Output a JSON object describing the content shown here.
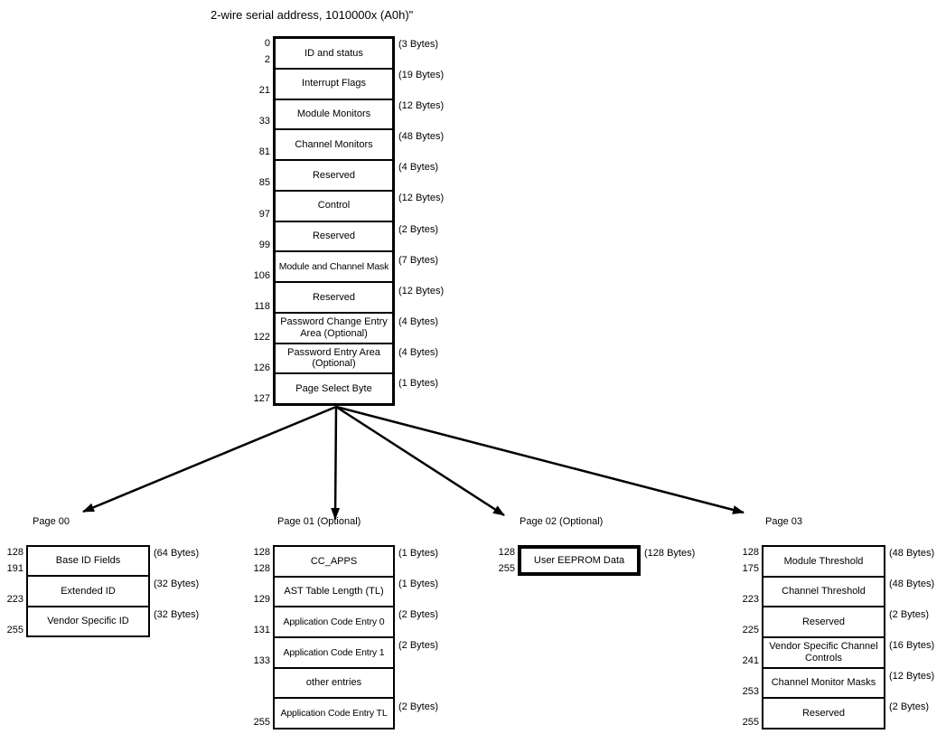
{
  "title": "2-wire serial address, 1010000x (A0h)\"",
  "colors": {
    "line": "#000000",
    "background": "#ffffff",
    "text": "#000000"
  },
  "memory_map": {
    "main_table": {
      "rows": [
        {
          "label": "ID and status",
          "bytes": "(3 Bytes)",
          "start": "0",
          "end": "2"
        },
        {
          "label": "Interrupt Flags",
          "bytes": "(19 Bytes)",
          "end": "21"
        },
        {
          "label": "Module Monitors",
          "bytes": "(12 Bytes)",
          "end": "33"
        },
        {
          "label": "Channel Monitors",
          "bytes": "(48 Bytes)",
          "end": "81"
        },
        {
          "label": "Reserved",
          "bytes": "(4 Bytes)",
          "end": "85"
        },
        {
          "label": "Control",
          "bytes": "(12 Bytes)",
          "end": "97"
        },
        {
          "label": "Reserved",
          "bytes": "(2 Bytes)",
          "end": "99"
        },
        {
          "label": "Module  and Channel Mask",
          "bytes": "(7 Bytes)",
          "end": "106"
        },
        {
          "label": "Reserved",
          "bytes": "(12 Bytes)",
          "end": "118"
        },
        {
          "label": "Password Change Entry Area (Optional)",
          "bytes": "(4 Bytes)",
          "end": "122"
        },
        {
          "label": "Password Entry Area (Optional)",
          "bytes": "(4 Bytes)",
          "end": "126"
        },
        {
          "label": "Page Select Byte",
          "bytes": "(1 Bytes)",
          "end": "127"
        }
      ]
    },
    "pages": [
      {
        "name": "Page 00",
        "rows": [
          {
            "label": "Base ID Fields",
            "bytes": "(64 Bytes)",
            "start": "128",
            "end": "191"
          },
          {
            "label": "Extended ID",
            "bytes": "(32 Bytes)",
            "end": "223"
          },
          {
            "label": "Vendor Specific ID",
            "bytes": "(32 Bytes)",
            "end": "255"
          }
        ]
      },
      {
        "name": "Page 01 (Optional)",
        "rows": [
          {
            "label": "CC_APPS",
            "bytes": "(1 Bytes)",
            "start": "128",
            "end": "128"
          },
          {
            "label": "AST Table Length (TL)",
            "bytes": "(1 Bytes)",
            "end": "129"
          },
          {
            "label": "Application Code Entry 0",
            "bytes": "(2 Bytes)",
            "end": "131"
          },
          {
            "label": "Application Code Entry 1",
            "bytes": "(2 Bytes)",
            "end": "133"
          },
          {
            "label": "other entries"
          },
          {
            "label": "Application Code Entry TL",
            "bytes": "(2 Bytes)",
            "end": "255"
          }
        ]
      },
      {
        "name": "Page 02 (Optional)",
        "rows": [
          {
            "label": "User EEPROM Data",
            "bytes": "(128 Bytes)",
            "start": "128",
            "end": "255"
          }
        ]
      },
      {
        "name": "Page 03",
        "rows": [
          {
            "label": "Module Threshold",
            "bytes": "(48 Bytes)",
            "start": "128",
            "end": "175"
          },
          {
            "label": "Channel Threshold",
            "bytes": "(48 Bytes)",
            "end": "223"
          },
          {
            "label": "Reserved",
            "bytes": "(2 Bytes)",
            "end": "225"
          },
          {
            "label": "Vendor Specific Channel Controls",
            "bytes": "(16 Bytes)",
            "end": "241"
          },
          {
            "label": "Channel Monitor Masks",
            "bytes": "(12 Bytes)",
            "end": "253"
          },
          {
            "label": "Reserved",
            "bytes": "(2 Bytes)",
            "end": "255"
          }
        ]
      }
    ]
  }
}
